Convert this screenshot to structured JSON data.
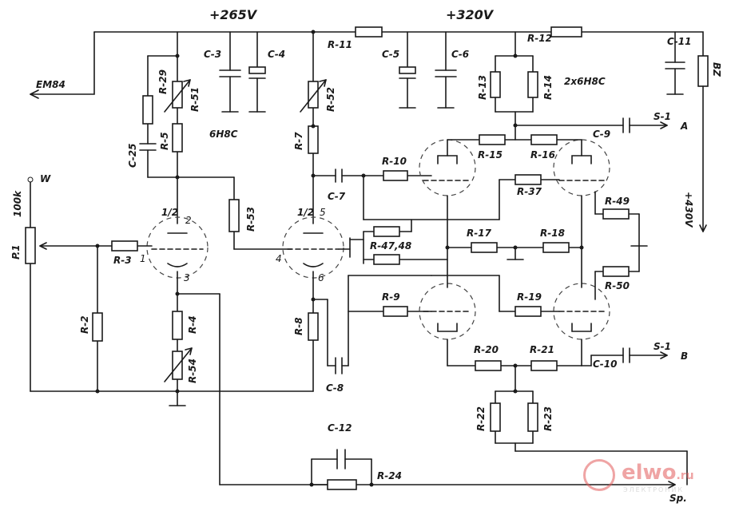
{
  "supply": {
    "v265": "+265V",
    "v320": "+320V",
    "v430": "+430V"
  },
  "outputs": {
    "em84": "EM84",
    "s1a_label": "S-1",
    "s1a_node": "A",
    "s1b_label": "S-1",
    "s1b_node": "B",
    "bz": "BZ",
    "sp": "Sp.",
    "w": "W",
    "pot_value": "100k"
  },
  "tube_notes": {
    "driver": "6H8C",
    "power": "2x6H8C",
    "half_a": "1/2",
    "half_b": "1/2"
  },
  "pins": {
    "p1": "1",
    "p2": "2",
    "p3": "3",
    "p4": "4",
    "p5": "5",
    "p6": "6"
  },
  "resistors": {
    "P1": "P.1",
    "R2": "R-2",
    "R3": "R-3",
    "R4": "R-4",
    "R5": "R-5",
    "R7": "R-7",
    "R8": "R-8",
    "R9": "R-9",
    "R10": "R-10",
    "R11": "R-11",
    "R12": "R-12",
    "R13": "R-13",
    "R14": "R-14",
    "R15": "R-15",
    "R16": "R-16",
    "R17": "R-17",
    "R18": "R-18",
    "R19": "R-19",
    "R20": "R-20",
    "R21": "R-21",
    "R22": "R-22",
    "R23": "R-23",
    "R24": "R-24",
    "R29": "R-29",
    "R37": "R-37",
    "R4748": "R-47,48",
    "R49": "R-49",
    "R50": "R-50",
    "R51": "R-51",
    "R52": "R-52",
    "R53": "R-53",
    "R54": "R-54"
  },
  "capacitors": {
    "C3": "C-3",
    "C4": "C-4",
    "C5": "C-5",
    "C6": "C-6",
    "C7": "C-7",
    "C8": "C-8",
    "C9": "C-9",
    "C10": "C-10",
    "C11": "C-11",
    "C12": "C-12",
    "C25": "C-25"
  },
  "watermark": {
    "brand": "elwo",
    "tld": ".ru",
    "tagline": "ЭЛЕКТРОНИК"
  }
}
